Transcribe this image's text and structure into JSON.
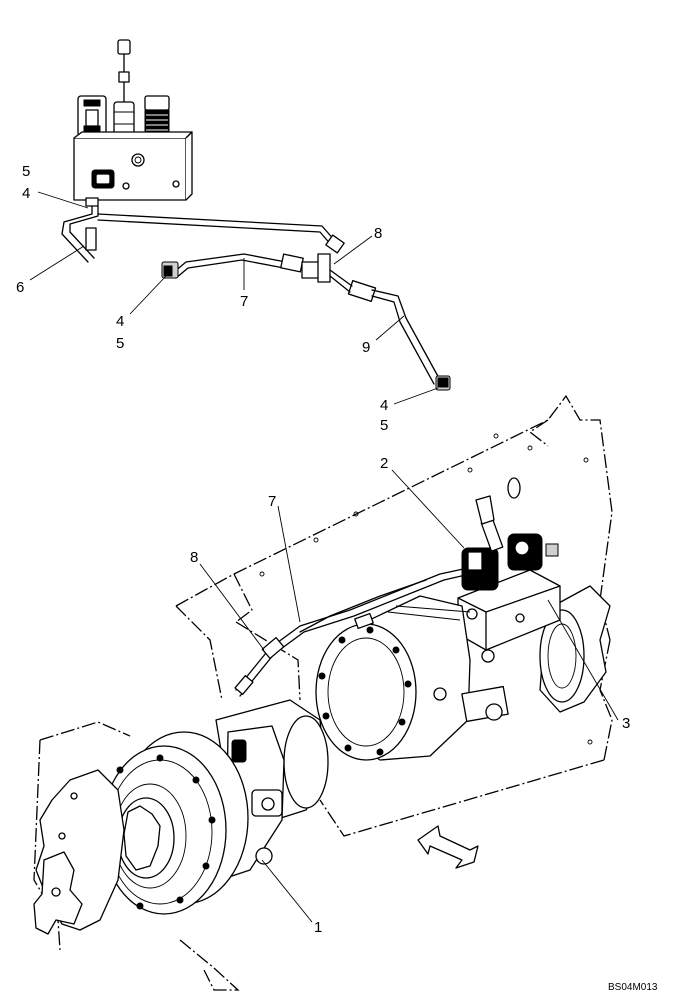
{
  "callouts": {
    "top_5_left": "5",
    "top_4_left": "4",
    "top_6": "6",
    "top_4_mid": "4",
    "top_5_mid": "5",
    "top_7": "7",
    "top_8": "8",
    "top_9": "9",
    "top_4_right": "4",
    "top_5_right": "5",
    "bottom_2": "2",
    "bottom_7": "7",
    "bottom_8": "8",
    "bottom_3": "3",
    "bottom_1": "1"
  },
  "drawing_code": "BS04M013"
}
